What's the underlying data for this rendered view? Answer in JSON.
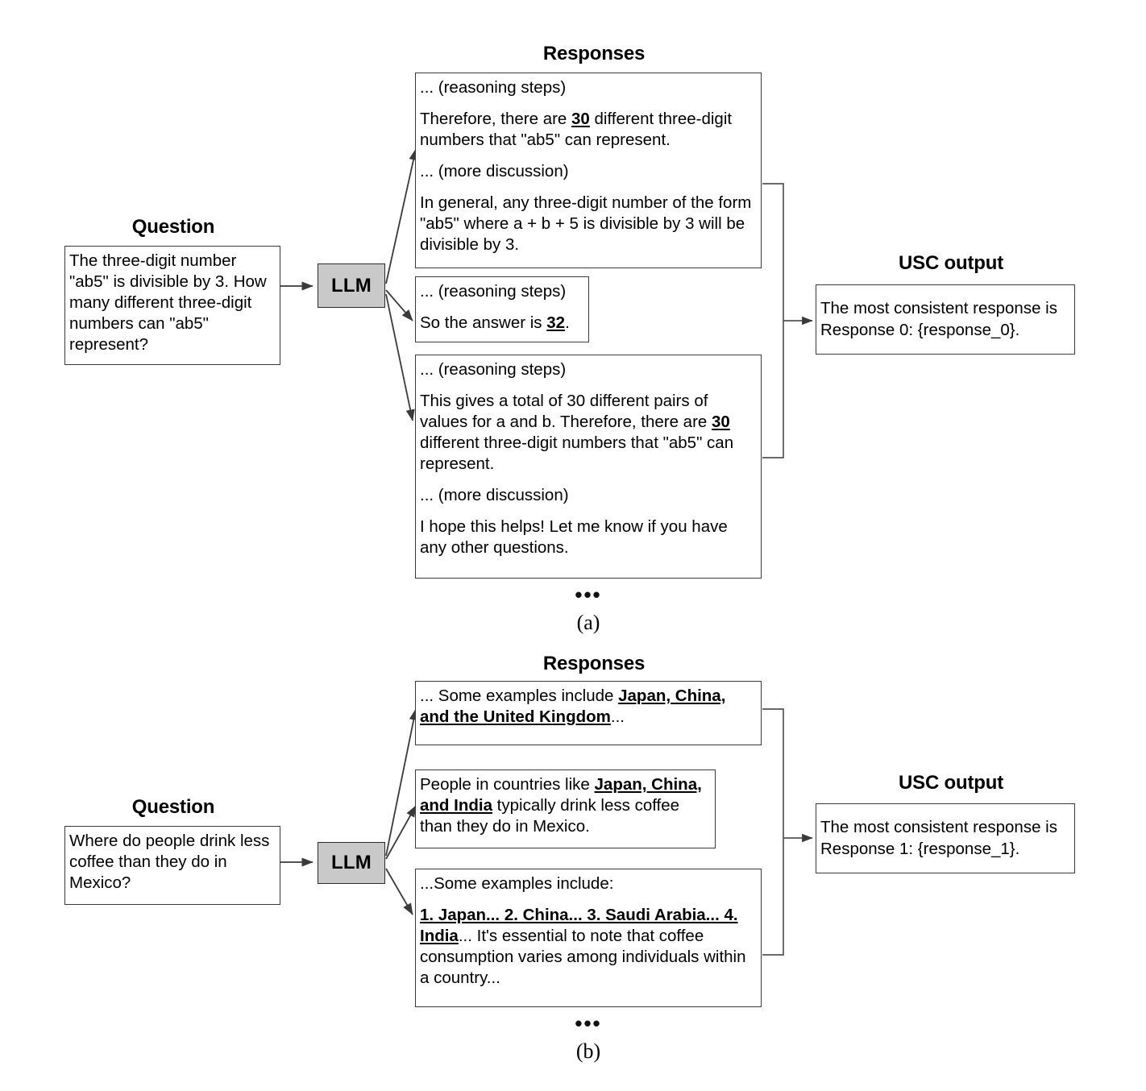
{
  "figure": {
    "panels": [
      {
        "id": "a",
        "caption": "(a)",
        "question_header": "Question",
        "responses_header": "Responses",
        "usc_header": "USC output",
        "llm_label": "LLM",
        "ellipsis": "•••",
        "question_text": "The three-digit number \"ab5\" is divisible by 3. How many different three-digit numbers can \"ab5\" represent?",
        "responses": [
          {
            "index": 0,
            "lines": [
              {
                "text": "... (reasoning steps)"
              },
              {
                "text": "Therefore, there are 30 different three-digit numbers that \"ab5\" can represent.",
                "bold_underline": "30"
              },
              {
                "text": "... (more discussion)"
              },
              {
                "text": "In general, any three-digit number of the form \"ab5\" where a + b + 5 is divisible by 3 will be divisible by 3."
              }
            ]
          },
          {
            "index": 1,
            "lines": [
              {
                "text": "... (reasoning steps)"
              },
              {
                "text": "So the answer is 32.",
                "bold_underline": "32"
              }
            ]
          },
          {
            "index": 2,
            "lines": [
              {
                "text": "... (reasoning steps)"
              },
              {
                "text": "This gives a total of 30 different pairs of values for a and b. Therefore, there are 30 different three-digit numbers that \"ab5\" can represent.",
                "bold_underline": "30"
              },
              {
                "text": "... (more discussion)"
              },
              {
                "text": "I hope this helps! Let me know if you have any other questions."
              }
            ]
          }
        ],
        "usc_output_text": "The most consistent response is Response 0: {response_0}."
      },
      {
        "id": "b",
        "caption": "(b)",
        "question_header": "Question",
        "responses_header": "Responses",
        "usc_header": "USC output",
        "llm_label": "LLM",
        "ellipsis": "•••",
        "question_text": "Where do people drink less coffee than they do in Mexico?",
        "responses": [
          {
            "index": 0,
            "lines": [
              {
                "text": "... Some examples include Japan, China, and the United Kingdom...",
                "bold_underline": "Japan, China, and the United Kingdom"
              }
            ]
          },
          {
            "index": 1,
            "lines": [
              {
                "text": "People in countries like Japan, China, and India typically drink less coffee than they do in Mexico.",
                "bold_underline": "Japan, China, and India"
              }
            ]
          },
          {
            "index": 2,
            "lines": [
              {
                "text": "...Some examples include:"
              },
              {
                "text": "1. Japan... 2. China... 3. Saudi Arabia... 4. India... It's essential to note that coffee consumption varies among individuals within a country...",
                "bold_underline": "1. Japan... 2. China... 3. Saudi Arabia... 4. India"
              }
            ]
          }
        ],
        "usc_output_text": "The most consistent response is Response 1: {response_1}."
      }
    ],
    "colors": {
      "llm_fill": "#c9c9c9",
      "box_border": "#3a3a3a",
      "line": "#444444"
    }
  }
}
